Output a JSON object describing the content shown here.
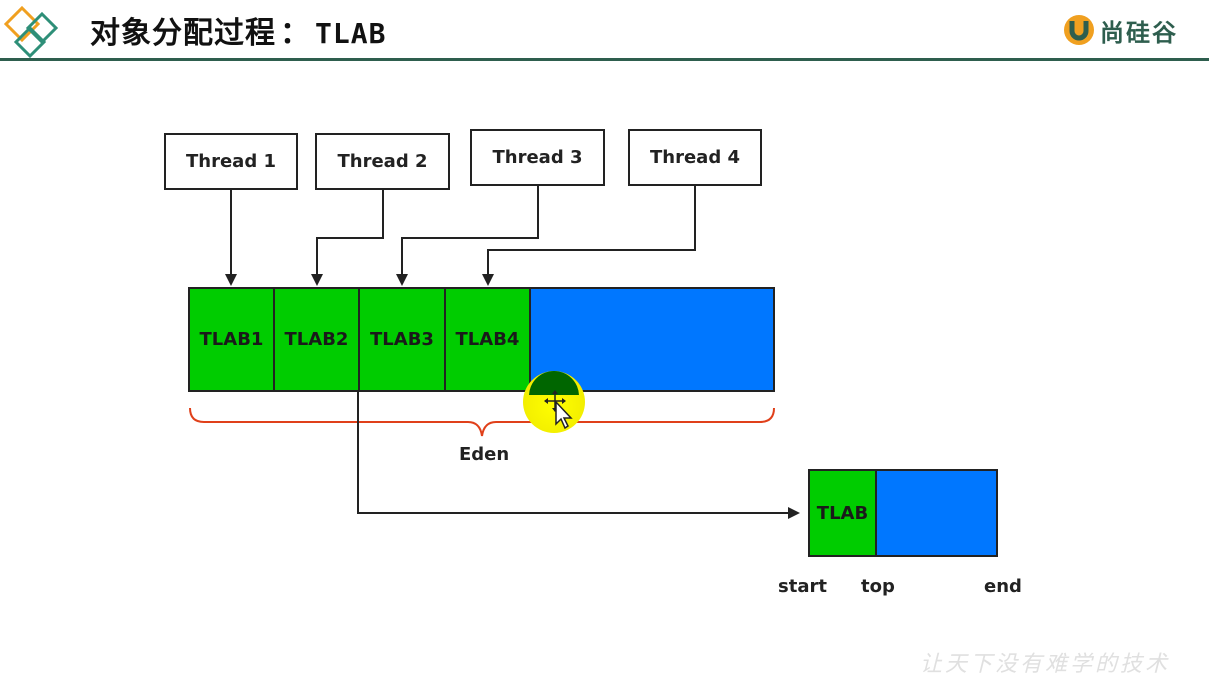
{
  "header": {
    "title_cn": "对象分配过程",
    "title_sep": "：",
    "title_en": "TLAB",
    "brand": "尚硅谷"
  },
  "threads": [
    "Thread 1",
    "Thread 2",
    "Thread 3",
    "Thread 4"
  ],
  "eden": {
    "tlabs": [
      "TLAB1",
      "TLAB2",
      "TLAB3",
      "TLAB4"
    ],
    "label": "Eden"
  },
  "detail": {
    "tlab_label": "TLAB",
    "pointers": [
      "start",
      "top",
      "end"
    ]
  },
  "watermark": "让天下没有难学的技术",
  "colors": {
    "tlab": "#00cc00",
    "free": "#0077ff",
    "brace": "#e0401a",
    "header_line": "#2e5e4e"
  }
}
